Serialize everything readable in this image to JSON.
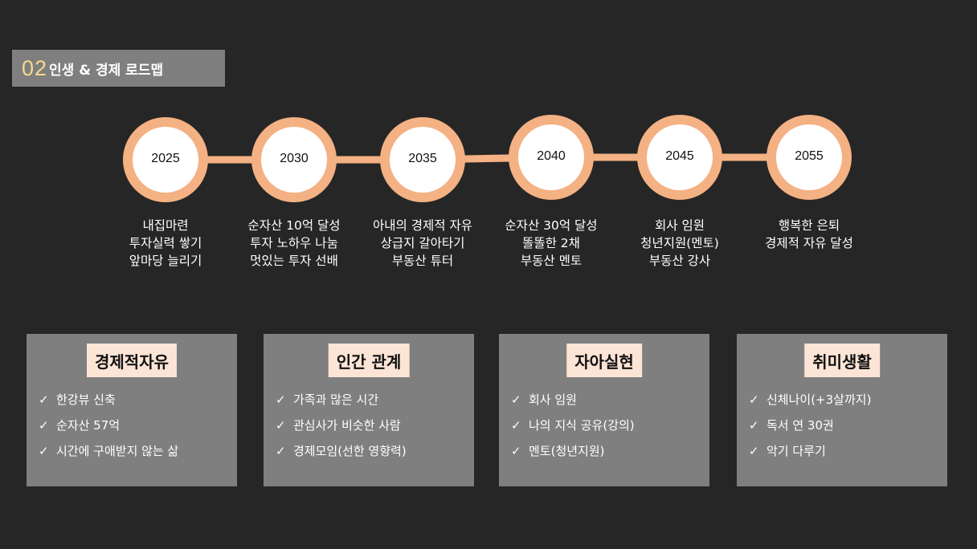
{
  "header": {
    "number": "02",
    "title": "인생 & 경제 로드맵"
  },
  "colors": {
    "background": "#262626",
    "accent": "#f4b183",
    "card": "#7f7f7f",
    "card_head": "#fce4d6",
    "number": "#f7d98a"
  },
  "check_icon": "✓",
  "timeline": [
    {
      "year": "2025",
      "lines": [
        "내집마련",
        "투자실력 쌓기",
        "앞마당 늘리기"
      ]
    },
    {
      "year": "2030",
      "lines": [
        "순자산 10억 달성",
        "투자 노하우 나눔",
        "멋있는 투자 선배"
      ]
    },
    {
      "year": "2035",
      "lines": [
        "아내의 경제적 자유",
        "상급지 갈아타기",
        "부동산 튜터"
      ]
    },
    {
      "year": "2040",
      "lines": [
        "순자산 30억 달성",
        "똘똘한 2채",
        "부동산 멘토"
      ]
    },
    {
      "year": "2045",
      "lines": [
        "회사 임원",
        "청년지원(멘토)",
        "부동산 강사"
      ]
    },
    {
      "year": "2055",
      "lines": [
        "행복한 은퇴",
        "경제적 자유 달성"
      ]
    }
  ],
  "cards": [
    {
      "title": "경제적자유",
      "items": [
        "한강뷰 신축",
        "순자산 57억",
        "시간에 구애받지 않는 삶"
      ]
    },
    {
      "title": "인간 관계",
      "items": [
        "가족과 많은 시간",
        "관심사가 비슷한 사람",
        "경제모임(선한 영향력)"
      ]
    },
    {
      "title": "자아실현",
      "items": [
        "회사 임원",
        "나의 지식 공유(강의)",
        "멘토(청년지원)"
      ]
    },
    {
      "title": "취미생활",
      "items": [
        "신체나이(+3살까지)",
        "독서 연 30권",
        "악기 다루기"
      ]
    }
  ]
}
